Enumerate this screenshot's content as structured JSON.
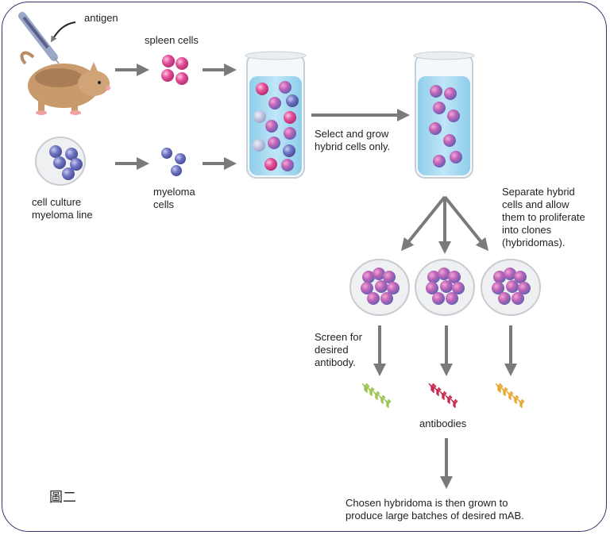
{
  "figure_caption": "圖二",
  "labels": {
    "antigen": "antigen",
    "spleen_cells": "spleen cells",
    "cell_culture": "cell culture\nmyeloma line",
    "myeloma_cells": "myeloma\ncells",
    "select_grow": "Select and grow\nhybrid cells only.",
    "separate": "Separate hybrid\ncells and allow\nthem to proliferate\ninto clones\n(hybridomas).",
    "screen": "Screen for\ndesired\nantibody.",
    "antibodies": "antibodies",
    "chosen": "Chosen hybridoma is then grown to\nproduce large batches of desired mAB."
  },
  "colors": {
    "spleen_cell": "#e6509a",
    "myeloma_cell": "#7076c4",
    "hybrid_cell": "#b36fc4",
    "medium": "#a9dbf3",
    "arrow": "#7a7a7a",
    "antibody_green": "#9cc24f",
    "antibody_red": "#c8294e",
    "antibody_orange": "#e8a72e",
    "frame": "#3f2f6a"
  }
}
